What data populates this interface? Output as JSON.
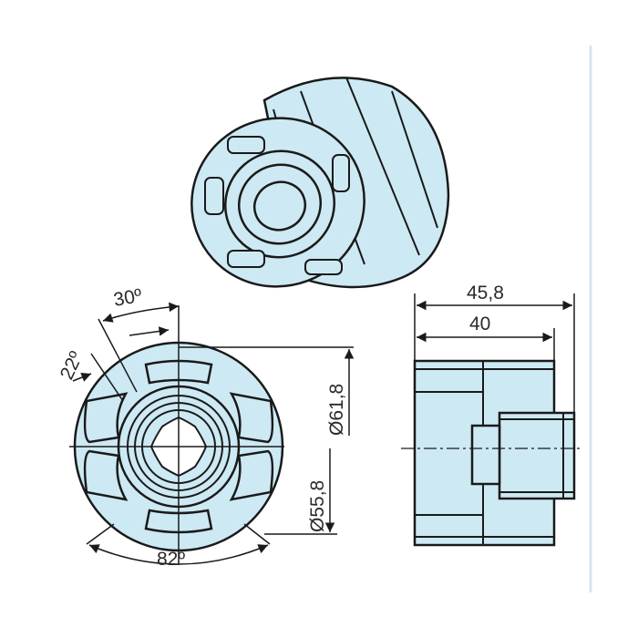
{
  "colors": {
    "part_fill": "#cde9f3",
    "outline": "#1a1a1a",
    "divider": "#d6e6f0"
  },
  "front_view": {
    "angle_top": "30º",
    "angle_small": "22º",
    "diameter_outer": "Ø61,8",
    "diameter_inner": "Ø55,8",
    "angle_bottom": "82º"
  },
  "side_view": {
    "overall_length": "45,8",
    "body_length": "40"
  }
}
